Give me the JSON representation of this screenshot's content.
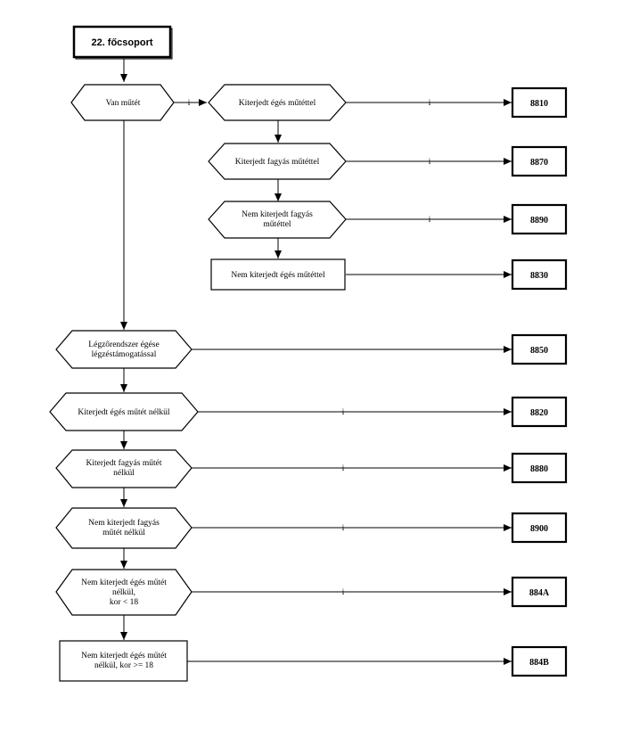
{
  "title": "22. főcsoport",
  "yes_label": "i",
  "decisions": {
    "van_mutet": [
      "Van műtét"
    ],
    "kiterjedt_eges_mutettel": [
      "Kiterjedt égés műtéttel"
    ],
    "kiterjedt_fagyas_mutettel": [
      "Kiterjedt fagyás műtéttel"
    ],
    "nem_kiterjedt_fagyas_mutettel": [
      "Nem kiterjedt fagyás",
      "műtéttel"
    ],
    "legzorendszer": [
      "Légzőrendszer égése",
      "légzéstámogatással"
    ],
    "kiterjedt_eges_nelkul": [
      "Kiterjedt égés műtét nélkül"
    ],
    "kiterjedt_fagyas_nelkul": [
      "Kiterjedt fagyás műtét",
      "nélkül"
    ],
    "nem_kiterjedt_fagyas_nelkul": [
      "Nem kiterjedt fagyás",
      "műtét nélkül"
    ],
    "nem_kiterjedt_eges_kor_lt": [
      "Nem kiterjedt égés műtét",
      "nélkül,",
      "kor <  18"
    ]
  },
  "boxes": {
    "nem_kiterjedt_eges_mutettel": [
      "Nem kiterjedt égés műtéttel"
    ],
    "nem_kiterjedt_eges_kor_ge": [
      "Nem kiterjedt égés műtét",
      "nélkül, kor >= 18"
    ]
  },
  "codes": {
    "c8810": "8810",
    "c8870": "8870",
    "c8890": "8890",
    "c8830": "8830",
    "c8850": "8850",
    "c8820": "8820",
    "c8880": "8880",
    "c8900": "8900",
    "c884A": "884A",
    "c884B": "884B"
  }
}
